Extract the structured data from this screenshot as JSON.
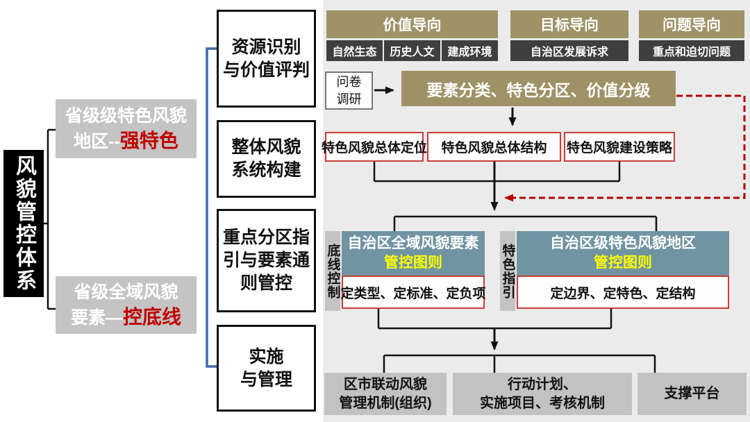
{
  "palette": {
    "panel_bg": "#ebebeb",
    "olive_header": "#9e9266",
    "dark_subheader": "#3f3f3f",
    "teal_box": "#7094a2",
    "highlight_yellow": "#ffff00",
    "highlight_red": "#c00000",
    "red_border": "#cc3b3b",
    "gray_box": "#c4c4c4",
    "blue_bracket": "#3b6aa5",
    "black_box": "#000000"
  },
  "left_panel": {
    "system_title": "风貌管控体系",
    "region_box": {
      "line1": "省级级特色风貌",
      "line2_prefix": "地区--",
      "line2_highlight": "强特色"
    },
    "element_box": {
      "line1": "省级全域风貌",
      "line2_prefix": "要素—",
      "line2_highlight": "控底线"
    }
  },
  "stages": [
    {
      "lines": [
        "资源识别",
        "与价值评判"
      ]
    },
    {
      "lines": [
        "整体风貌",
        "系统构建"
      ]
    },
    {
      "lines": [
        "重点分区指",
        "引与要素通",
        "则管控"
      ]
    },
    {
      "lines": [
        "实施",
        "与管理"
      ]
    }
  ],
  "flow": {
    "orientations": [
      {
        "title": "价值导向",
        "items": [
          "自然生态",
          "历史人文",
          "建成环境"
        ]
      },
      {
        "title": "目标导向",
        "items": [
          "自治区发展诉求"
        ]
      },
      {
        "title": "问题导向",
        "items": [
          "重点和迫切问题"
        ]
      }
    ],
    "survey": {
      "lines": [
        "问卷",
        "调研"
      ]
    },
    "classification": "要素分类、特色分区、价值分级",
    "overall_boxes": [
      "特色风貌总体定位",
      "特色风貌总体结构",
      "特色风貌建设策略"
    ],
    "control_sections": [
      {
        "side_label": "底线控制",
        "title": "自治区全域风貌要素",
        "subtitle": "管控图则",
        "detail": "定类型、定标准、定负项"
      },
      {
        "side_label": "特色指引",
        "title": "自治区级特色风貌地区",
        "subtitle": "管控图则",
        "detail": "定边界、定特色、定结构"
      }
    ],
    "implementation_boxes": [
      {
        "lines": [
          "区市联动风貌",
          "管理机制(组织)"
        ]
      },
      {
        "lines": [
          "行动计划、",
          "实施项目、考核机制"
        ]
      },
      {
        "lines": [
          "支撑平台"
        ]
      }
    ]
  }
}
